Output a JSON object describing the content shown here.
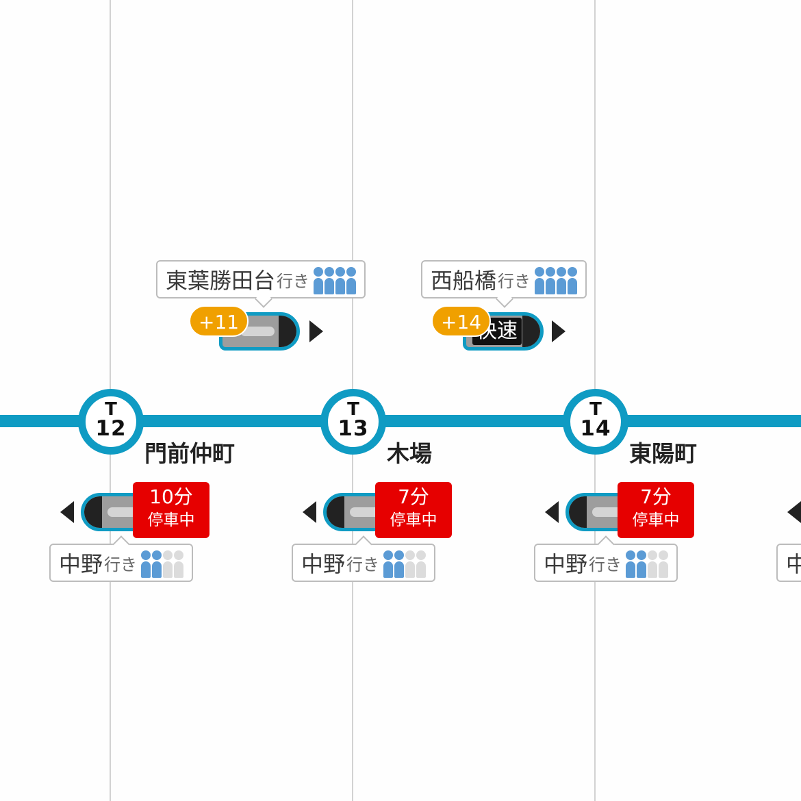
{
  "colors": {
    "line": "#0f9bc3",
    "crowd_filled": "#5b9bd5",
    "crowd_empty": "#dcdcdc",
    "delay_badge": "#f0a000",
    "stopped_badge": "#e60000"
  },
  "line_letter": "T",
  "stations": [
    {
      "number": "12",
      "name": "門前仲町"
    },
    {
      "number": "13",
      "name": "木場"
    },
    {
      "number": "14",
      "name": "東陽町"
    }
  ],
  "eastbound_trains": [
    {
      "destination": "東葉勝田台",
      "suffix": "行き",
      "delay": "+11",
      "type": "",
      "crowd_level": 4,
      "crowd_max": 4
    },
    {
      "destination": "西船橋",
      "suffix": "行き",
      "delay": "+14",
      "type": "快速",
      "crowd_level": 4,
      "crowd_max": 4
    }
  ],
  "westbound_trains": [
    {
      "destination": "中野",
      "suffix": "行き",
      "minutes": "10分",
      "status": "停車中",
      "crowd_level": 2,
      "crowd_max": 4
    },
    {
      "destination": "中野",
      "suffix": "行き",
      "minutes": "7分",
      "status": "停車中",
      "crowd_level": 2,
      "crowd_max": 4
    },
    {
      "destination": "中野",
      "suffix": "行き",
      "minutes": "7分",
      "status": "停車中",
      "crowd_level": 2,
      "crowd_max": 4
    },
    {
      "destination": "中",
      "suffix": "",
      "minutes": "",
      "status": "",
      "crowd_level": 0,
      "crowd_max": 0
    }
  ],
  "icons": {
    "train": "train-icon",
    "direction": "direction-arrow-icon",
    "crowd": "crowd-person-icon"
  }
}
